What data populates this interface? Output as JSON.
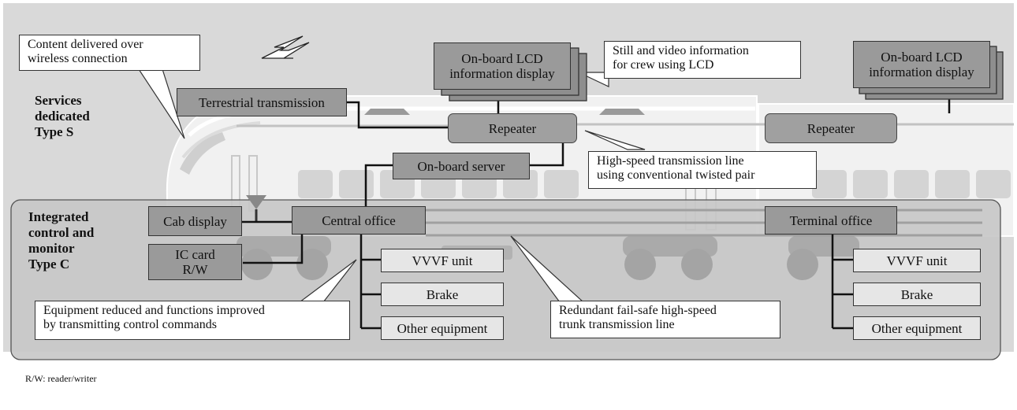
{
  "sections": {
    "type_s": [
      "Services",
      "dedicated",
      "Type S"
    ],
    "type_c": [
      "Integrated",
      "control and",
      "monitor",
      "Type C"
    ]
  },
  "boxes": {
    "terrestrial": "Terrestrial transmission",
    "lcd_left": [
      "On-board LCD",
      "information display"
    ],
    "lcd_right": [
      "On-board LCD",
      "information display"
    ],
    "repeater_left": "Repeater",
    "repeater_right": "Repeater",
    "onboard_server": "On-board server",
    "cab_display": "Cab display",
    "central_office": "Central office",
    "terminal_office": "Terminal office",
    "ic_card": [
      "IC card",
      "R/W"
    ],
    "vvvf_left": "VVVF unit",
    "brake_left": "Brake",
    "other_left": "Other equipment",
    "vvvf_right": "VVVF unit",
    "brake_right": "Brake",
    "other_right": "Other equipment"
  },
  "callouts": {
    "wireless": [
      "Content delivered over",
      "wireless connection"
    ],
    "crew": [
      "Still and video information",
      "for crew using LCD"
    ],
    "twisted": [
      "High-speed transmission line",
      "using conventional twisted pair"
    ],
    "equipment": [
      "Equipment reduced and functions improved",
      "by transmitting control commands"
    ],
    "trunk": [
      "Redundant fail-safe high-speed",
      "trunk transmission line"
    ]
  },
  "footnote": "R/W: reader/writer",
  "colors": {
    "background": "#d9d9d9",
    "panel": "#c6c6c6",
    "box_dark": "#9a9a9a",
    "box_light": "#e6e6e6",
    "train_body": "#f0f0f0"
  }
}
